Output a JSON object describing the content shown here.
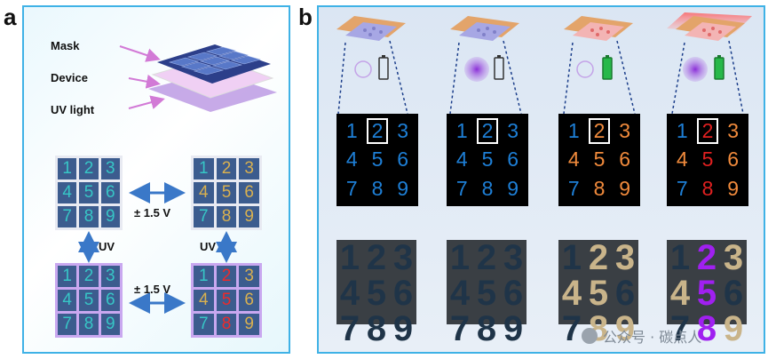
{
  "labels": {
    "a": "a",
    "b": "b"
  },
  "panel_a": {
    "stack_labels": [
      "Mask",
      "Device",
      "UV light"
    ],
    "voltage": "± 1.5 V",
    "uv": "UV",
    "digits": [
      "1",
      "2",
      "3",
      "4",
      "5",
      "6",
      "7",
      "8",
      "9"
    ]
  },
  "panel_b": {
    "digits": [
      "1",
      "2",
      "3",
      "4",
      "5",
      "6",
      "7",
      "8",
      "9"
    ]
  },
  "watermark": "公众号 · 碳点人",
  "colors": {
    "panel_border": "#3fb2e6",
    "blue_digit": "#1e7fd6",
    "orange_digit": "#f08a3c",
    "red_digit": "#e02020",
    "purple_digit": "#a020f0",
    "arrow": "#3a78c8"
  }
}
